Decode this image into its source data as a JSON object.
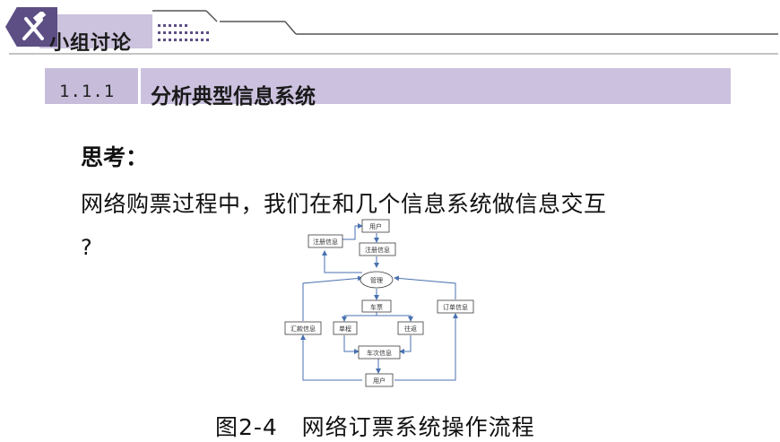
{
  "header": {
    "section_title": "小组讨论",
    "icon": "hammer-wrench-icon"
  },
  "subsection": {
    "number": "1.1.1",
    "title": "分析典型信息系统"
  },
  "content": {
    "think_label": "思考：",
    "question": "网络购票过程中，我们在和几个信息系统做信息交互",
    "question_tail": "?"
  },
  "diagram": {
    "nodes": {
      "user_top": "用户",
      "register_info_left": "注册信息",
      "register_info_center": "注册信息",
      "manage": "管理",
      "ticket": "车票",
      "order_info": "订单信息",
      "remit_info": "汇款信息",
      "one_way": "单程",
      "round_trip": "往返",
      "train_info": "车次信息",
      "user_bottom": "用户"
    }
  },
  "caption": "图2-4   网络订票系统操作流程",
  "colors": {
    "accent_purple": "#5d4e84",
    "band_lavender": "#ccc2df",
    "diagram_line": "#4a72b0"
  }
}
